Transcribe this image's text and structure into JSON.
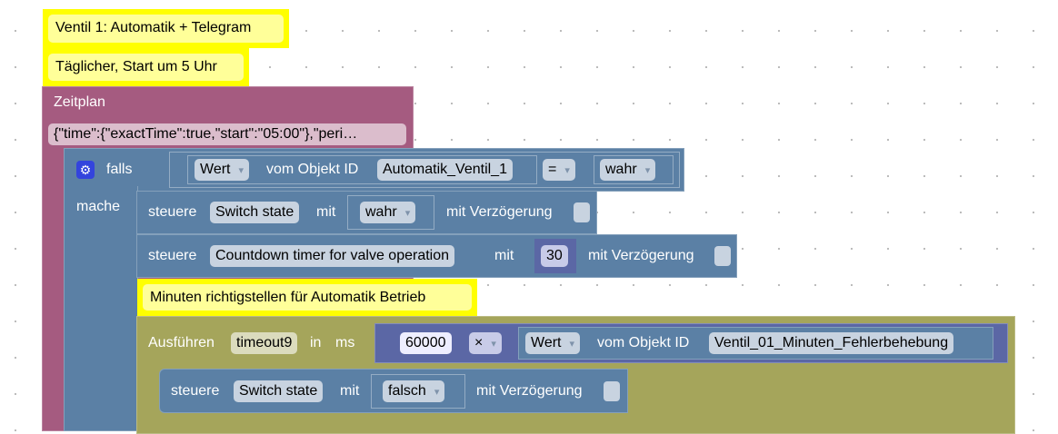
{
  "comments": [
    "Ventil 1: Automatik + Telegram",
    "Täglicher, Start um 5 Uhr",
    "Minuten richtigstellen für Automatik Betrieb"
  ],
  "schedule": {
    "label": "Zeitplan",
    "value": "{\"time\":{\"exactTime\":true,\"start\":\"05:00\"},\"peri…"
  },
  "if_block": {
    "if_label": "falls",
    "do_label": "mache",
    "value_dropdown": "Wert",
    "of_object": "vom Objekt ID",
    "object_id": "Automatik_Ventil_1",
    "operator": "=",
    "compare": "wahr"
  },
  "control1": {
    "label": "steuere",
    "state": "Switch state",
    "with": "mit",
    "value": "wahr",
    "delay": "mit Verzögerung"
  },
  "control2": {
    "label": "steuere",
    "state": "Countdown timer for valve operation",
    "with": "mit",
    "value": "30",
    "delay": "mit Verzögerung"
  },
  "timeout": {
    "label": "Ausführen",
    "name": "timeout9",
    "in": "in",
    "unit": "ms",
    "number": "60000",
    "operator": "×",
    "value_dropdown": "Wert",
    "of_object": "vom Objekt ID",
    "object_id": "Ventil_01_Minuten_Fehlerbehebung"
  },
  "control3": {
    "label": "steuere",
    "state": "Switch state",
    "with": "mit",
    "value": "falsch",
    "delay": "mit Verzögerung"
  }
}
